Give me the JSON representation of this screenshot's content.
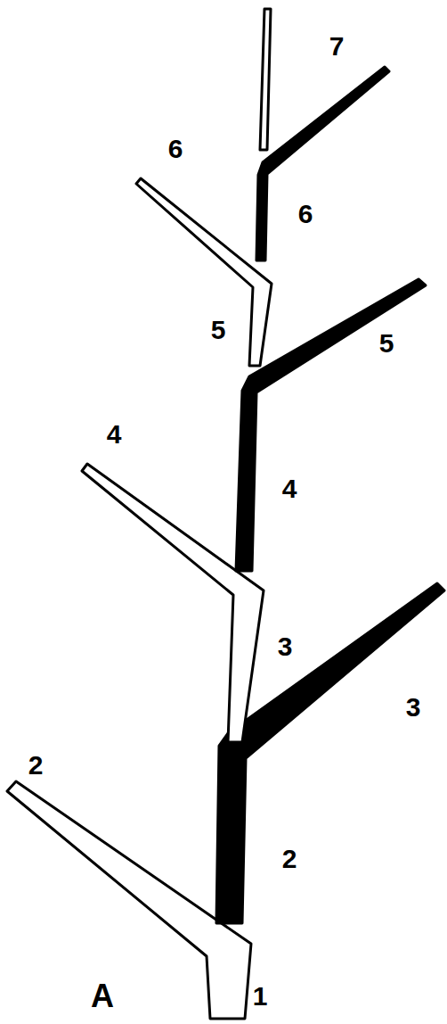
{
  "diagram": {
    "labels": [
      "7",
      "6",
      "6",
      "5",
      "5",
      "4",
      "4",
      "3",
      "3",
      "2",
      "2",
      "A",
      "1"
    ]
  }
}
